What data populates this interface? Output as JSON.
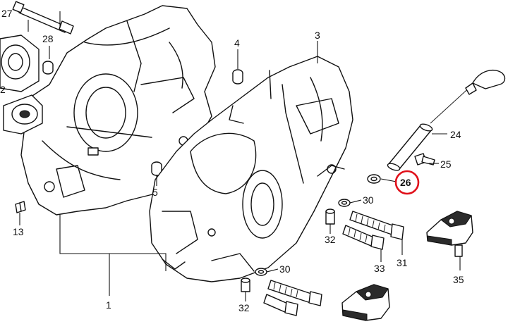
{
  "diagram": {
    "callouts": [
      {
        "id": "c27",
        "label": "27"
      },
      {
        "id": "c28",
        "label": "28"
      },
      {
        "id": "c2a",
        "label": "2"
      },
      {
        "id": "c4",
        "label": "4"
      },
      {
        "id": "c3",
        "label": "3"
      },
      {
        "id": "c24",
        "label": "24"
      },
      {
        "id": "c25",
        "label": "25"
      },
      {
        "id": "c26",
        "label": "26"
      },
      {
        "id": "c5",
        "label": "5"
      },
      {
        "id": "c30a",
        "label": "30"
      },
      {
        "id": "c13",
        "label": "13"
      },
      {
        "id": "c32a",
        "label": "32"
      },
      {
        "id": "c33",
        "label": "33"
      },
      {
        "id": "c31",
        "label": "31"
      },
      {
        "id": "c35",
        "label": "35"
      },
      {
        "id": "c30b",
        "label": "30"
      },
      {
        "id": "c1",
        "label": "1"
      },
      {
        "id": "c32b",
        "label": "32"
      }
    ],
    "highlight": {
      "label": "26",
      "color": "#e0101a"
    }
  }
}
